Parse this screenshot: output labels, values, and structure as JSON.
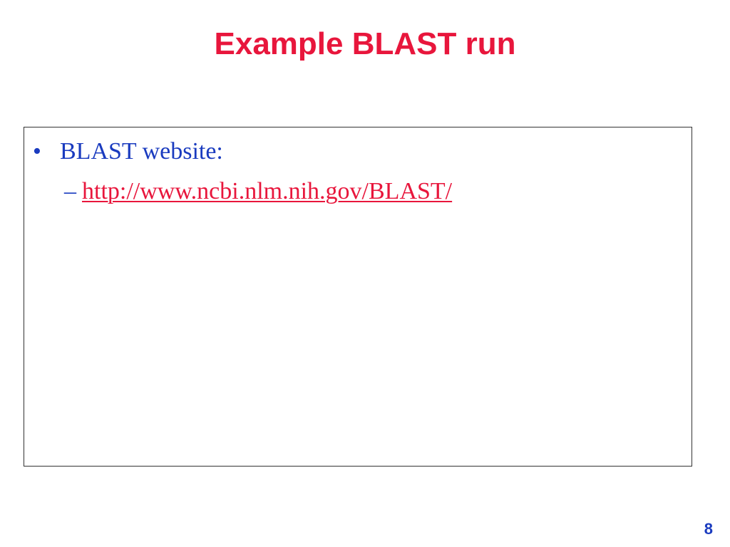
{
  "slide": {
    "title": "Example BLAST run",
    "bullets": [
      {
        "marker": "•",
        "text": "BLAST website:",
        "sub_items": [
          {
            "marker": "–",
            "link_text": "http://www.ncbi.nlm.nih.gov/BLAST/"
          }
        ]
      }
    ],
    "page_number": "8"
  },
  "colors": {
    "title": "#e8163c",
    "body_text": "#1a3bbf",
    "link": "#e8163c",
    "border": "#333333"
  }
}
